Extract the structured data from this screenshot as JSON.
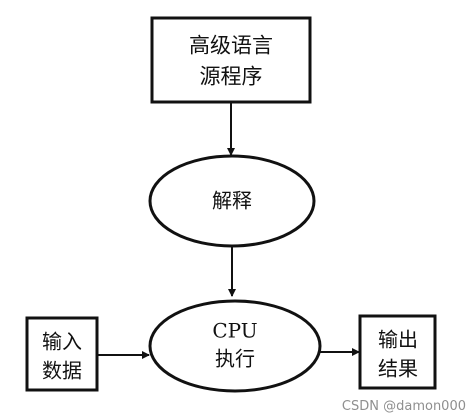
{
  "nodes": {
    "source": {
      "line1": "高级语言",
      "line2": "源程序"
    },
    "interpret": {
      "label": "解释"
    },
    "input": {
      "line1": "输入",
      "line2": "数据"
    },
    "cpu": {
      "line1": "CPU",
      "line2": "执行"
    },
    "output": {
      "line1": "输出",
      "line2": "结果"
    }
  },
  "watermark": "CSDN @damon000",
  "colors": {
    "stroke": "#111111",
    "background": "#ffffff",
    "watermark": "#8f8f8f"
  }
}
